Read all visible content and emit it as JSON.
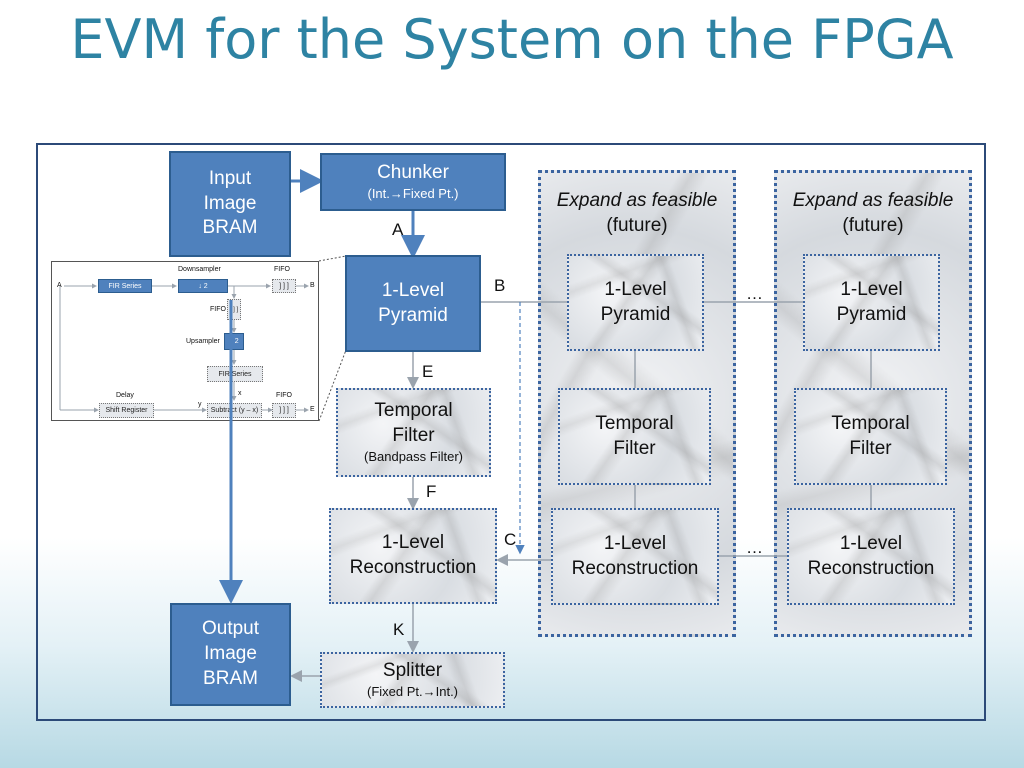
{
  "title": "EVM for the System on the FPGA",
  "colors": {
    "title": "#2e83a3",
    "block": "#4f81bd",
    "frame": "#2c4a78",
    "dotted_border": "#3b64a0"
  },
  "blocks": {
    "input_bram": "Input Image BRAM",
    "chunker": {
      "title": "Chunker",
      "sub": "(Int.→Fixed Pt.)"
    },
    "pyramid": "1-Level Pyramid",
    "temporal": {
      "title": "Temporal Filter",
      "sub": "(Bandpass Filter)"
    },
    "reconstruction": "1-Level Reconstruction",
    "output_bram": "Output Image BRAM",
    "splitter": {
      "title": "Splitter",
      "sub": "(Fixed Pt.→Int.)"
    }
  },
  "columns": [
    {
      "header": "Expand as feasible",
      "sub": "(future)",
      "pyramid": "1-Level Pyramid",
      "temporal": "Temporal Filter",
      "reconstruction": "1-Level Reconstruction"
    },
    {
      "header": "Expand as feasible",
      "sub": "(future)",
      "pyramid": "1-Level Pyramid",
      "temporal": "Temporal Filter",
      "reconstruction": "1-Level Reconstruction"
    }
  ],
  "labels": {
    "A": "A",
    "B": "B",
    "C": "C",
    "E": "E",
    "F": "F",
    "K": "K",
    "ellipsis": "…"
  },
  "inset": {
    "downsampler": "Downsampler",
    "fifo": "FIFO",
    "fir_series": "FIR Series",
    "down2": "↓ 2",
    "up2": "↑ 2",
    "upsampler": "Upsampler",
    "delay": "Delay",
    "shift_register": "Shift Register",
    "subtract": "Subtract (y – x)",
    "fifo_glyph": "] ] ]",
    "in_a": "A",
    "out_b": "B",
    "out_e": "E",
    "x": "x",
    "y": "y"
  }
}
